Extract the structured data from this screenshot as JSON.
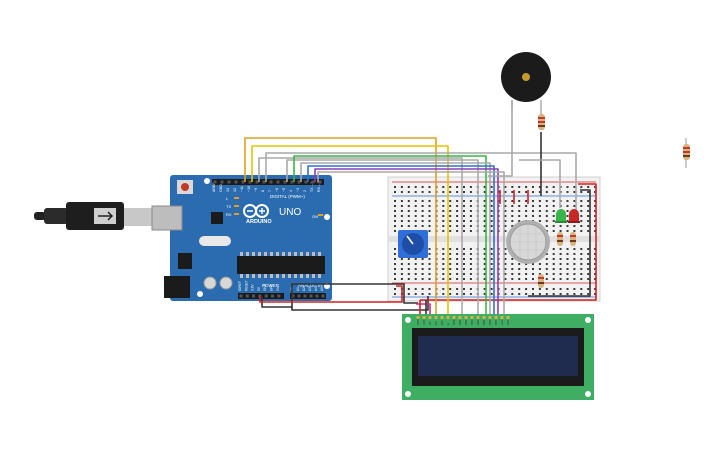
{
  "board": {
    "brand": "ARDUINO",
    "model": "UNO",
    "digital_header": "DIGITAL (PWM~)",
    "power_label": "POWER",
    "analog_label": "ANALOG IN",
    "tx_label": "TX",
    "rx_label": "RX",
    "led_label": "L",
    "on_label": "ON",
    "digital_pins": [
      "AREF",
      "GND",
      "13",
      "12",
      "~11",
      "~10",
      "~9",
      "8",
      "7",
      "~6",
      "~5",
      "4",
      "~3",
      "2",
      "TX→1",
      "RX←0"
    ],
    "power_pins": [
      "IOREF",
      "RESET",
      "3.3V",
      "5V",
      "GND",
      "GND",
      "Vin"
    ],
    "analog_pins": [
      "A0",
      "A1",
      "A2",
      "A3",
      "A4",
      "A5"
    ]
  },
  "lcd": {
    "pins": [
      "GND",
      "VCC",
      "V0",
      "RS",
      "RW",
      "E",
      "DB0",
      "DB1",
      "DB2",
      "DB3",
      "DB4",
      "DB5",
      "DB6",
      "DB7",
      "LED",
      "LED"
    ]
  },
  "colors": {
    "board": "#2b6cb0",
    "breadboard": "#f2f2f2",
    "lcd_pcb": "#3fae62",
    "lcd_screen": "#1f2c50",
    "wire_orange": "#e0a020",
    "wire_yellow": "#e6c200",
    "wire_gray": "#a9a9a9",
    "wire_green": "#39b54a",
    "wire_blue": "#2f6fd6",
    "wire_purple": "#8b3db8",
    "wire_black": "#333333",
    "wire_red": "#d42020",
    "wire_pink": "#d0307a"
  }
}
